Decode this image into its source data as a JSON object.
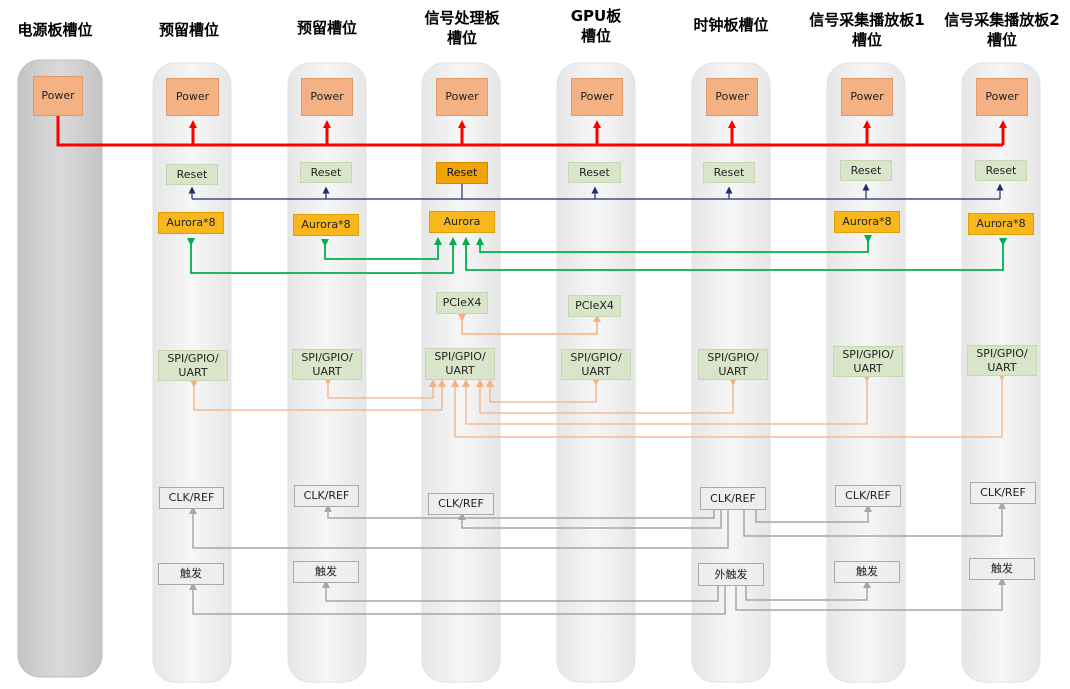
{
  "columns": [
    {
      "title": "电源板槽位"
    },
    {
      "title": "预留槽位"
    },
    {
      "title": "预留槽位"
    },
    {
      "title": "信号处理板\n槽位"
    },
    {
      "title": "GPU板\n槽位"
    },
    {
      "title": "时钟板槽位"
    },
    {
      "title": "信号采集播放板1\n槽位"
    },
    {
      "title": "信号采集播放板2\n槽位"
    }
  ],
  "labels": {
    "power": "Power",
    "reset": "Reset",
    "aurora8": "Aurora*8",
    "aurora": "Aurora",
    "pcie": "PCIeX4",
    "spi": "SPI/GPIO/\nUART",
    "clk": "CLK/REF",
    "trigger": "触发",
    "ext_trigger": "外触发"
  },
  "colors": {
    "power_line": "#ff0000",
    "reset_line": "#1f2d6b",
    "aurora_line": "#00b050",
    "spi_line": "#f4b183",
    "clk_line": "#a6a6a6"
  }
}
